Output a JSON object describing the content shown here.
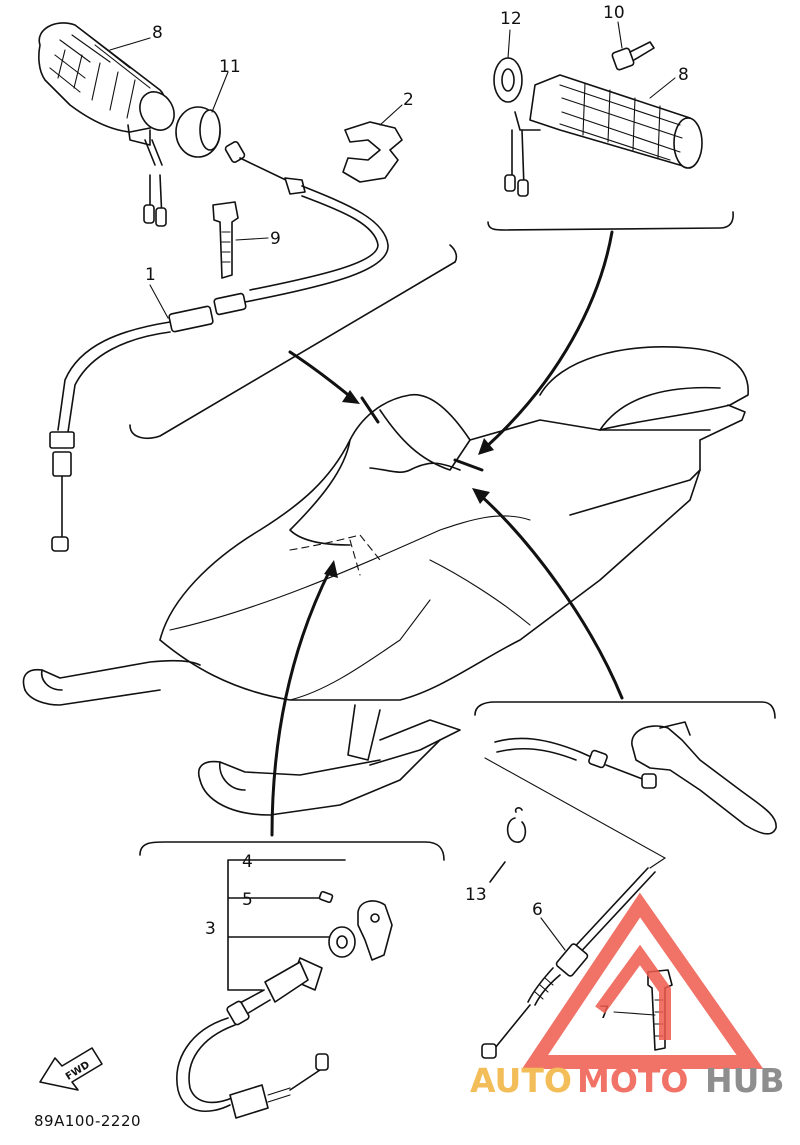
{
  "callouts": {
    "c1": "1",
    "c2": "2",
    "c3": "3",
    "c4": "4",
    "c5": "5",
    "c6": "6",
    "c7": "7",
    "c8_left": "8",
    "c8_right": "8",
    "c9": "9",
    "c10": "10",
    "c11": "11",
    "c12": "12",
    "c13": "13"
  },
  "fwd_label": "FWD",
  "reference_code": "89A100-2220",
  "watermark": {
    "word_auto": "AUTO",
    "word_moto": "MOTO",
    "word_hub": "HUB",
    "colors": {
      "auto": "#f2b33d",
      "moto": "#ef5a4c",
      "hub": "#7b7b7b",
      "triangle": "#ef5a4c"
    }
  }
}
